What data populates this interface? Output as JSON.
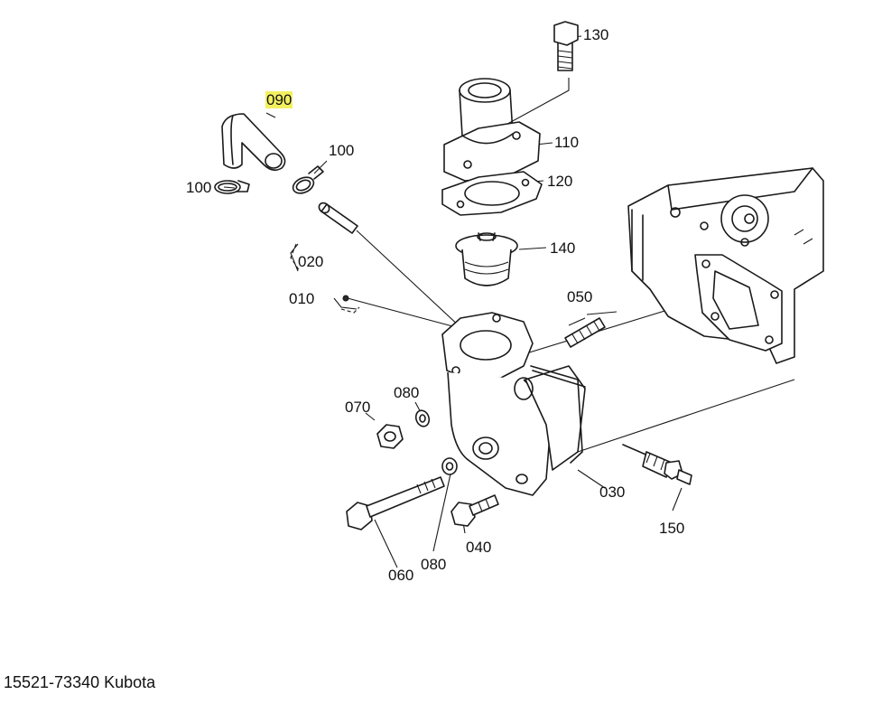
{
  "caption": "15521-73340 Kubota",
  "highlight_color": "#f3f060",
  "labels": {
    "p130": "130",
    "p090": "090",
    "p110": "110",
    "p100a": "100",
    "p100b": "100",
    "p120": "120",
    "p020": "020",
    "p140": "140",
    "p010": "010",
    "p050": "050",
    "p080a": "080",
    "p070": "070",
    "p030": "030",
    "p150": "150",
    "p040": "040",
    "p080b": "080",
    "p060": "060"
  }
}
